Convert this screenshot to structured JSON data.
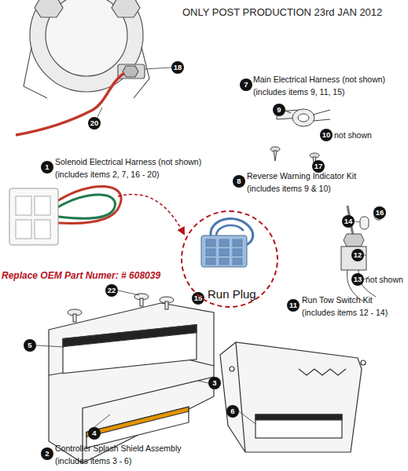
{
  "diagram": {
    "nodes": [
      {
        "text": [
          "Run Plug"
        ]
      }
    ],
    "labels": [
      "ONLY POST PRODUCTION 23rd JAN 2012",
      "18",
      "20",
      "7",
      "Main Electrical Harness (not shown)",
      "(includes items 9, 11, 15)",
      "9",
      "10",
      "not shown",
      "1",
      "Solenoid Electrical Harness (not shown)",
      "(includes items 2, 7, 16 - 20)",
      "17",
      "8",
      "Reverse Warning Indicator Kit",
      "(includes items 9 & 10)",
      "16",
      "14",
      "Replace OEM Part Numer: # 608039",
      "12",
      "15",
      "13",
      "not shown",
      "22",
      "5",
      "11",
      "Run Tow Switch Kit",
      "(includes items 12 - 14)",
      "3",
      "6",
      "4",
      "2",
      "Controller Splash Shield Assembly",
      "(includes items 3 - 6)"
    ]
  }
}
